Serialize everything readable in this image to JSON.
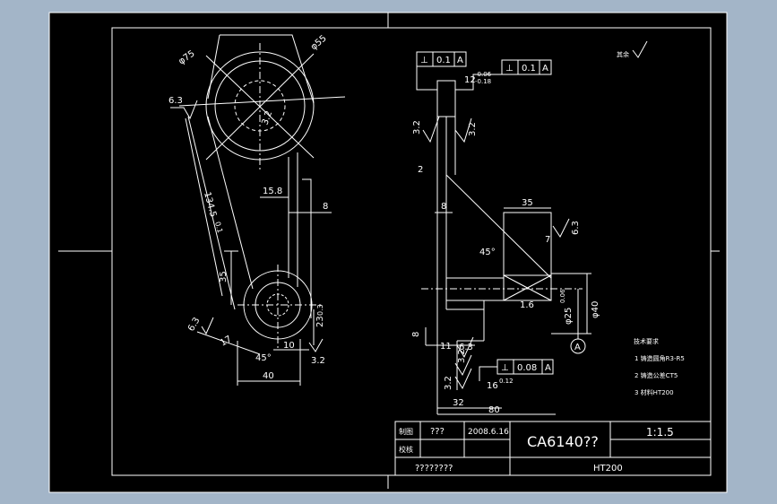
{
  "colors": {
    "frame_bg": "#a3b5c8",
    "paper": "#000000",
    "line": "#ffffff",
    "dim": "#dcdcdc"
  },
  "left_view": {
    "dia_75": "φ75",
    "dia_55": "φ55",
    "rough_63_top": "6.3",
    "rough_32_mid": "3.2",
    "dim_134": "134.5",
    "dim_134_tol": "0.1",
    "dim_158": "15.8",
    "dim_8": "8",
    "dim_35": "35",
    "rough_63_low": "6.3",
    "dim_17": "17",
    "dim_23": "23",
    "dim_23_tol": "0.3",
    "dim_10": "10",
    "angle_45": "45°",
    "rough_32_low": "3.2",
    "dim_40": "40"
  },
  "right_view": {
    "gtol_top_left_sym": "⊥",
    "gtol_top_left_val": "0.1",
    "gtol_top_left_ref": "A",
    "gtol_top_right_sym": "⊥",
    "gtol_top_right_val": "0.1",
    "gtol_top_right_ref": "A",
    "dim_12": "12",
    "dim_12_tol_up": "-0.06",
    "dim_12_tol_low": "-0.18",
    "rough_32_a": "3.2",
    "rough_32_b": "3.2",
    "dim_2": "2",
    "dim_8": "8",
    "dim_35": "35",
    "rough_63": "6.3",
    "dim_7": "7",
    "angle_45": "45°",
    "dim_16": "1.6",
    "dia_25": "φ25",
    "dia_25_tol": "0.06",
    "dia_40": "φ40",
    "datum": "A",
    "dim_8_low": "8",
    "dim_11": "11",
    "rough_63_low": "6.3",
    "rough_32_c": "3.2",
    "rough_32_d": "3.2",
    "gtol_low_sym": "⊥",
    "gtol_low_val": "0.08",
    "gtol_low_ref": "A",
    "dim_16_low": "16",
    "dim_16_low_tol": "0.12",
    "dim_32": "32",
    "dim_80": "80"
  },
  "corner_mark": "其余",
  "tech_notes": {
    "heading": "技术要求",
    "items": [
      "1 铸造圆角R3-R5",
      "2 铸造公差CT5",
      "3 材料HT200"
    ]
  },
  "title_block": {
    "r1_label": "制图",
    "r1_name": "???",
    "r1_date": "2008.6.16",
    "r2_label": "校核",
    "part_name": "CA6140??",
    "scale": "1:1.5",
    "school": "????????",
    "material": "HT200"
  }
}
